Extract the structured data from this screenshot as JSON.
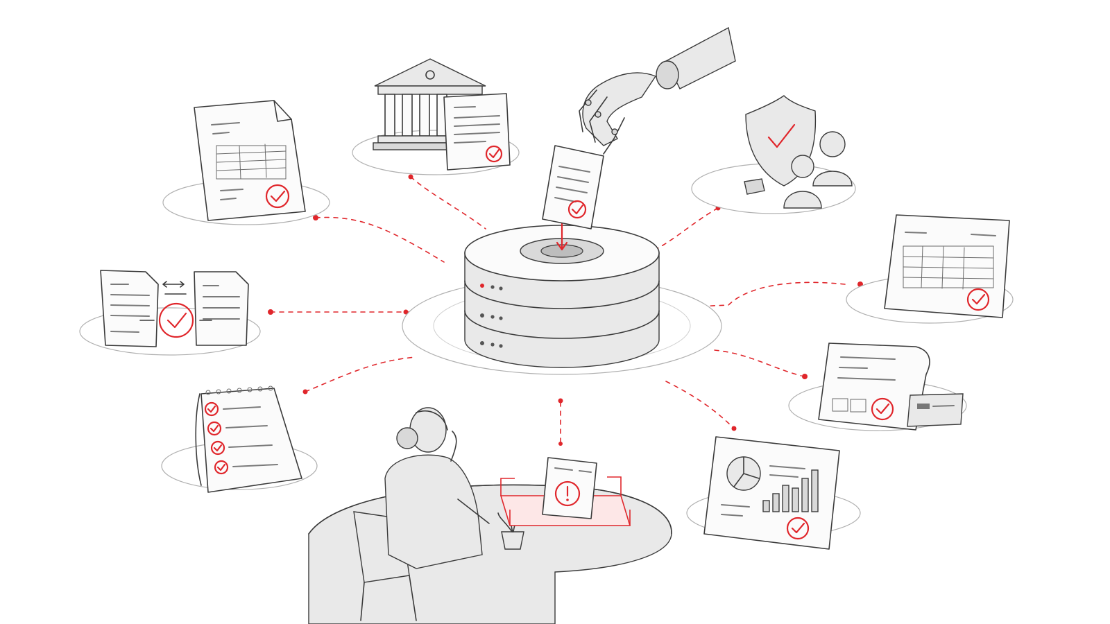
{
  "colors": {
    "accent": "#e0262b",
    "ink": "#3a3a3a",
    "background": "#ffffff"
  },
  "hub": {
    "icon": "database-server-icon"
  },
  "nodes": [
    {
      "id": "invoice-document",
      "icon": "document-check-icon"
    },
    {
      "id": "bank-records",
      "icon": "bank-building-icon"
    },
    {
      "id": "robotic-hand",
      "icon": "robot-hand-icon"
    },
    {
      "id": "security-users",
      "icon": "shield-check-users-icon"
    },
    {
      "id": "spreadsheet-report",
      "icon": "spreadsheet-check-icon"
    },
    {
      "id": "document-comparison",
      "icon": "document-compare-icon"
    },
    {
      "id": "receipt-card",
      "icon": "receipt-credit-card-icon"
    },
    {
      "id": "checklist-calendar",
      "icon": "calendar-checklist-icon"
    },
    {
      "id": "analytics-dashboard",
      "icon": "chart-dashboard-icon"
    },
    {
      "id": "reviewer-desk",
      "icon": "person-desk-alert-icon"
    }
  ]
}
